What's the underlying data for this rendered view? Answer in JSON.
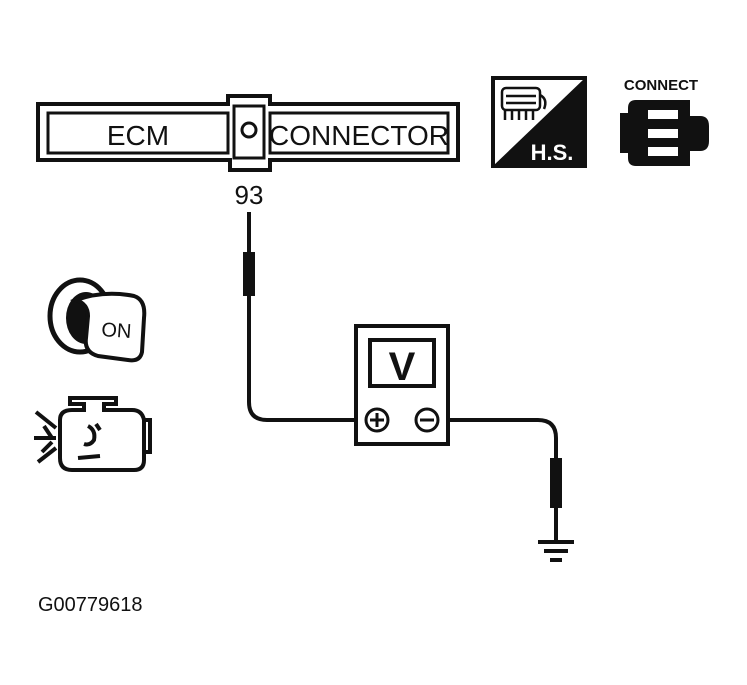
{
  "connector": {
    "left_label": "ECM",
    "right_label": "CONNECTOR"
  },
  "pin_number": "93",
  "hs_badge": {
    "text": "H.S."
  },
  "connect_badge": {
    "title": "CONNECT"
  },
  "ignition_key": {
    "text": "ON"
  },
  "voltmeter": {
    "display": "V",
    "positive_symbol": "⊕",
    "negative_symbol": "⊖"
  },
  "figure_id": "G00779618",
  "colors": {
    "ink": "#111111",
    "background": "#ffffff"
  }
}
